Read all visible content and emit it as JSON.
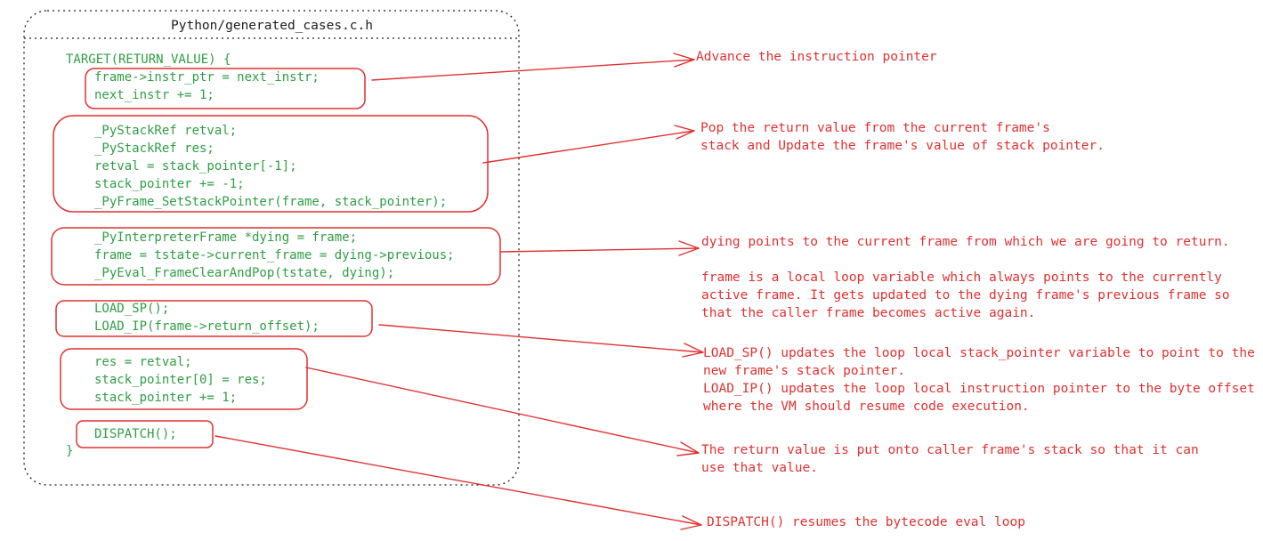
{
  "file_title": "Python/generated_cases.c.h",
  "code": {
    "open": "TARGET(RETURN_VALUE) {",
    "block1": [
      "frame->instr_ptr = next_instr;",
      "next_instr += 1;"
    ],
    "block2": [
      "_PyStackRef retval;",
      "_PyStackRef res;",
      "retval = stack_pointer[-1];",
      "stack_pointer += -1;",
      "_PyFrame_SetStackPointer(frame, stack_pointer);"
    ],
    "block3": [
      "_PyInterpreterFrame *dying = frame;",
      "frame = tstate->current_frame = dying->previous;",
      "_PyEval_FrameClearAndPop(tstate, dying);"
    ],
    "block4": [
      "LOAD_SP();",
      "LOAD_IP(frame->return_offset);"
    ],
    "block5": [
      "res = retval;",
      "stack_pointer[0] = res;",
      "stack_pointer += 1;"
    ],
    "block6": [
      "DISPATCH();"
    ],
    "close": "}"
  },
  "notes": {
    "n1": [
      "Advance the instruction pointer"
    ],
    "n2": [
      "Pop the return value from the current frame's",
      "stack and Update the frame's value of stack pointer."
    ],
    "n3": [
      "dying points to the current frame from which we are going to return.",
      "",
      "frame is a local loop variable which always points to the currently",
      "active frame. It gets updated to the dying frame's previous frame so",
      "that the caller frame becomes active again."
    ],
    "n4": [
      "LOAD_SP() updates the loop local stack_pointer variable to point to the",
      "new frame's stack pointer.",
      "LOAD_IP() updates the loop local instruction pointer to the byte offset",
      "where the VM should resume code execution."
    ],
    "n5": [
      "The return value is put onto caller frame's stack so that it can",
      "use that value."
    ],
    "n6": [
      "DISPATCH() resumes the bytecode eval loop"
    ]
  },
  "colors": {
    "code": "#2f9e44",
    "annotation": "#e03131",
    "frame": "#1e1e1e"
  }
}
